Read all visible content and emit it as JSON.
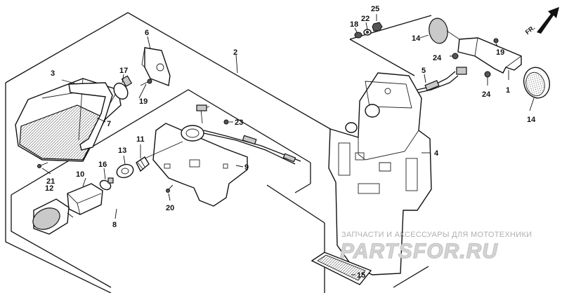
{
  "diagram": {
    "direction_label": "FR.",
    "callouts": [
      "1",
      "2",
      "3",
      "4",
      "5",
      "6",
      "7",
      "8",
      "9",
      "10",
      "11",
      "12",
      "13",
      "14",
      "14",
      "15",
      "16",
      "17",
      "18",
      "19",
      "19",
      "20",
      "21",
      "22",
      "23",
      "24",
      "24",
      "25"
    ]
  },
  "watermark": {
    "caption": "ЗАПЧАСТИ И АКСЕССУАРЫ ДЛЯ МОТОТЕХНИКИ",
    "logo_text": "PARTSFOR.RU"
  }
}
